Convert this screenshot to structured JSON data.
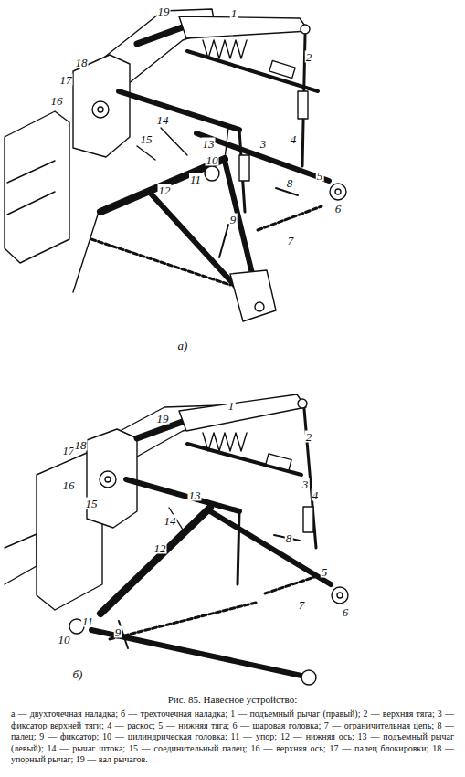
{
  "diagram": {
    "title": "Рис. 85. Навесное устройство:",
    "caption": "а — двухточечная наладка; б — трехточечная наладка; 1 — подъемный рычаг (правый); 2 — верхняя тяга; 3 — фиксатор верхней тяги; 4 — раскос; 5 — нижняя тяга; 6 — шаровая головка; 7 — ограничительная цепь; 8 — палец; 9 — фиксатор; 10 — цилиндрическая головка; 11 — упор; 12 — нижняя ось; 13 — подъемный рычаг (левый); 14 — рычаг штока; 15 — соединительный палец; 16 — верхняя ось; 17 — палец блокировки; 18 — упорный рычаг; 19 — вал рычагов.",
    "labels": [
      "1",
      "2",
      "3",
      "4",
      "5",
      "6",
      "7",
      "8",
      "9",
      "10",
      "11",
      "12",
      "13",
      "14",
      "15",
      "16",
      "17",
      "18",
      "19",
      "а)",
      "1",
      "2",
      "3",
      "4",
      "5",
      "6",
      "7",
      "8",
      "9",
      "10",
      "11",
      "12",
      "13",
      "14",
      "15",
      "16",
      "17",
      "18",
      "19",
      "б)"
    ]
  }
}
